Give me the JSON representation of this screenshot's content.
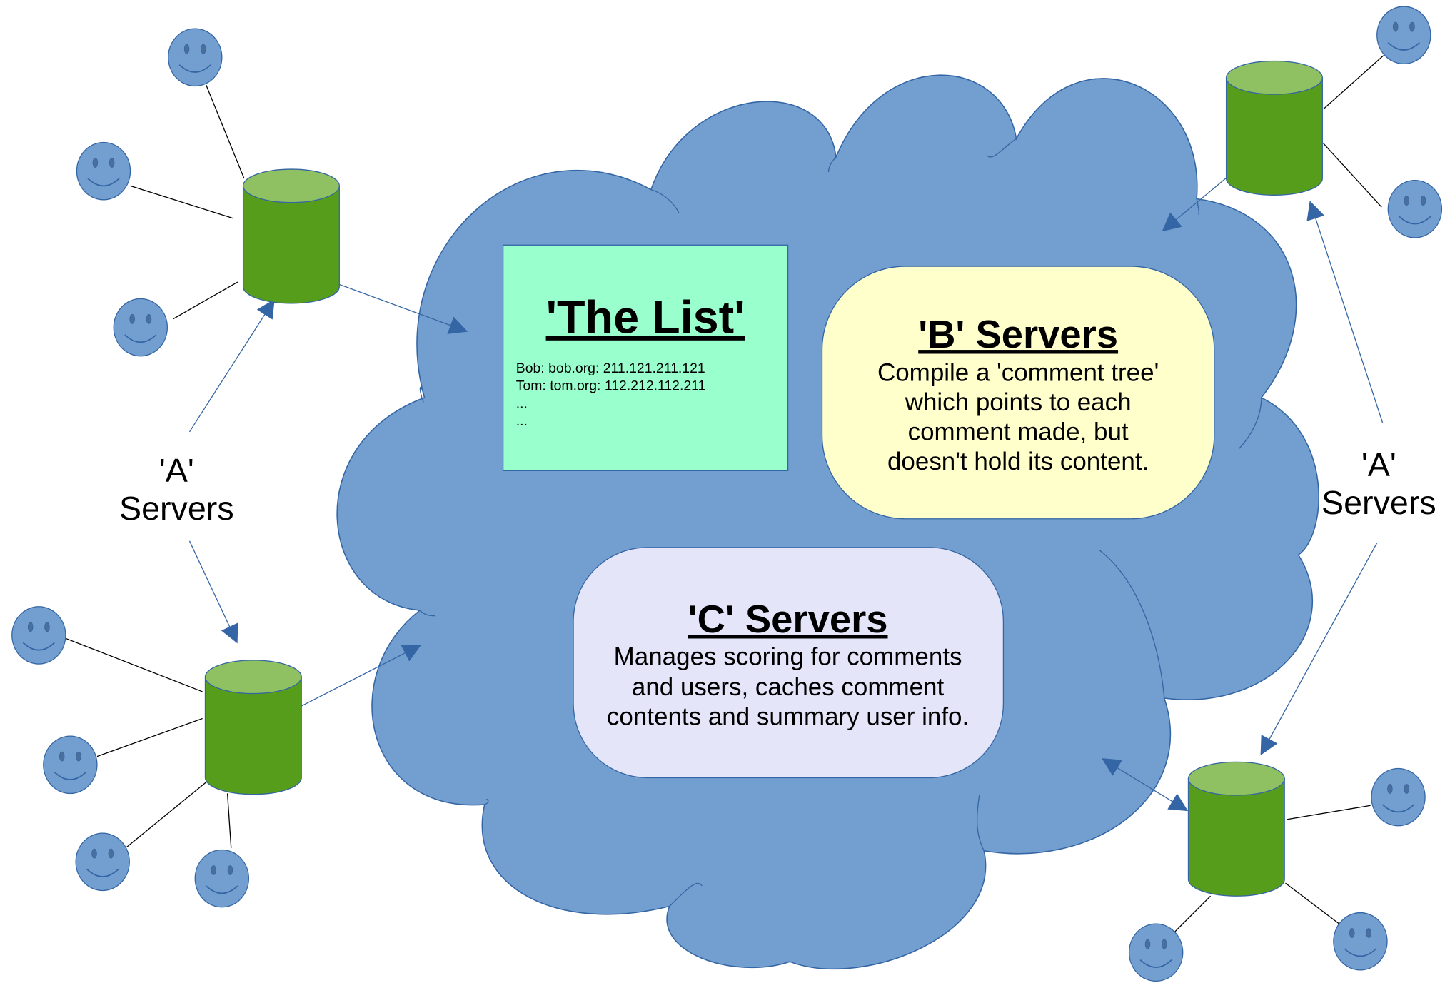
{
  "list_box": {
    "title": "'The List'",
    "entries": [
      "Bob: bob.org: 211.121.211.121",
      "Tom: tom.org: 112.212.112.211",
      "...",
      "..."
    ]
  },
  "b_servers": {
    "title": "'B' Servers",
    "lines": [
      "Compile a 'comment tree'",
      "which points to each",
      "comment made, but",
      "doesn't hold its content."
    ]
  },
  "c_servers": {
    "title": "'C' Servers",
    "lines": [
      "Manages scoring for comments",
      "and users, caches comment",
      "contents and summary user info."
    ]
  },
  "a_servers_left": {
    "line1": "'A'",
    "line2": "Servers"
  },
  "a_servers_right": {
    "line1": "'A'",
    "line2": "Servers"
  },
  "colors": {
    "cloud": "#729fcf",
    "cloud_stroke": "#3465a4",
    "list_box": "#99ffcc",
    "b_box": "#ffffcc",
    "c_box": "#e5e5fa",
    "cylinder_body": "#579d1c",
    "cylinder_top": "#8fc062",
    "user_face": "#729fcf",
    "arrow": "#3465a4"
  }
}
